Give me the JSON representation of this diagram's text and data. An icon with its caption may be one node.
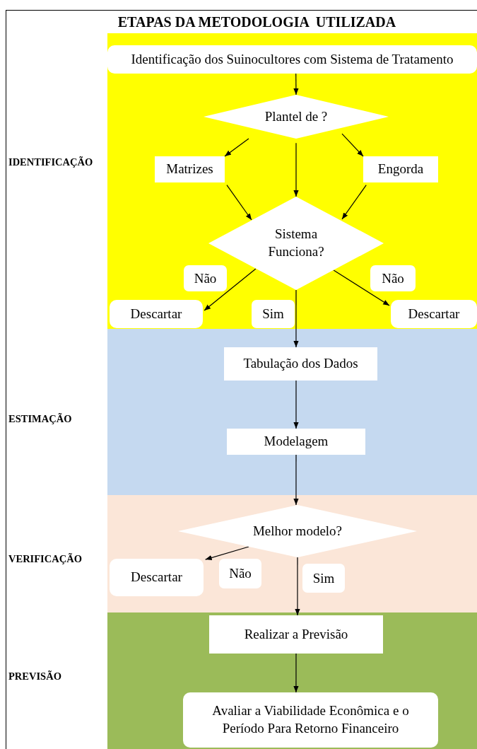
{
  "diagram": {
    "title": "ETAPAS DA METODOLOGIA  UTILIZADA",
    "nodes": [
      {
        "text": [
          "IDENTIFICAÇÃO"
        ]
      },
      {
        "text": [
          "Identificação dos Suinocultores com Sistema de Tratamento"
        ],
        "in": 0
      },
      {
        "text": [
          "Plantel de ?"
        ],
        "in": 0
      },
      {
        "text": [
          "Matrizes"
        ],
        "in": 0
      },
      {
        "text": [
          "Engorda"
        ],
        "in": 0
      },
      {
        "text": [
          "Sistema Funciona?"
        ],
        "in": 0
      },
      {
        "text": [
          "Descartar"
        ],
        "in": 0
      },
      {
        "text": [
          "Descartar"
        ],
        "in": 0
      },
      {
        "text": [
          "ESTIMAÇÃO"
        ]
      },
      {
        "text": [
          "Tabulação dos Dados"
        ],
        "in": 8
      },
      {
        "text": [
          "Modelagem"
        ],
        "in": 8
      },
      {
        "text": [
          "VERIFICAÇÃO"
        ]
      },
      {
        "text": [
          "Melhor modelo?"
        ],
        "in": 11
      },
      {
        "text": [
          "Descartar"
        ],
        "in": 11
      },
      {
        "text": [
          "PREVISÃO"
        ]
      },
      {
        "text": [
          "Realizar a Previsão"
        ],
        "in": 14
      },
      {
        "text": [
          "Avaliar a Viabilidade Econômica e o Período Para Retorno Financeiro"
        ],
        "in": 14
      }
    ],
    "edges": [
      {
        "from": 1,
        "to": 2,
        "arrow": "to"
      },
      {
        "from": 2,
        "to": 3,
        "arrow": "to"
      },
      {
        "from": 2,
        "to": 4,
        "arrow": "to"
      },
      {
        "from": 2,
        "to": 5,
        "arrow": "to"
      },
      {
        "from": 3,
        "to": 5,
        "arrow": "to"
      },
      {
        "from": 4,
        "to": 5,
        "arrow": "to"
      },
      {
        "from": 5,
        "to": 6,
        "arrow": "to",
        "label": "Não"
      },
      {
        "from": 5,
        "to": 7,
        "arrow": "to",
        "label": "Não"
      },
      {
        "from": 5,
        "to": 9,
        "arrow": "to",
        "label": "Sim"
      },
      {
        "from": 9,
        "to": 10,
        "arrow": "to"
      },
      {
        "from": 10,
        "to": 12,
        "arrow": "to"
      },
      {
        "from": 12,
        "to": 13,
        "arrow": "to",
        "label": "Não"
      },
      {
        "from": 12,
        "to": 15,
        "arrow": "to",
        "label": "Sim"
      },
      {
        "from": 15,
        "to": 16,
        "arrow": "to"
      }
    ]
  }
}
